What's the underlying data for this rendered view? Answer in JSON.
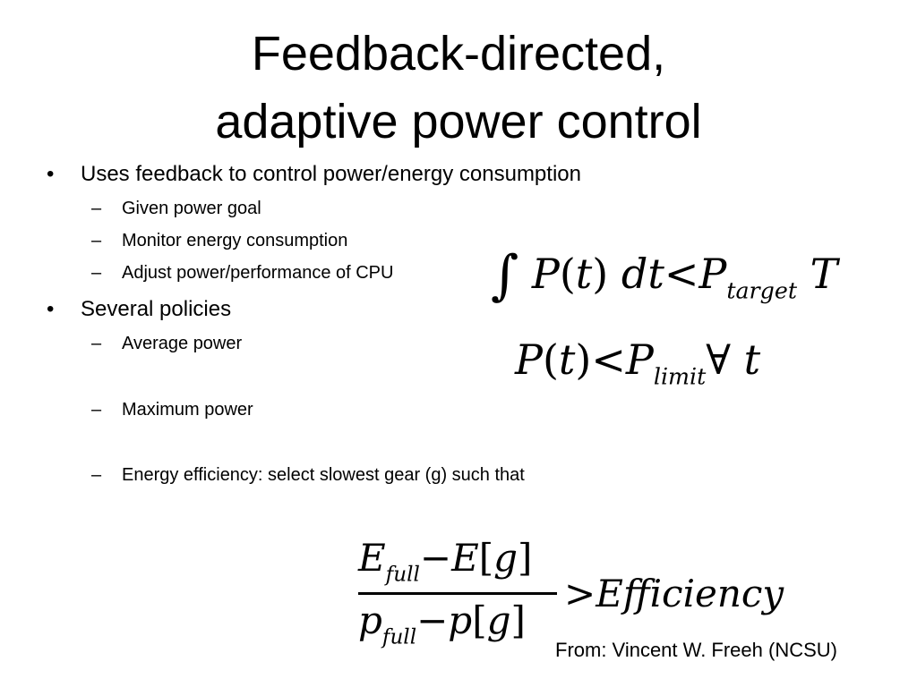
{
  "slide": {
    "title_line1": "Feedback-directed,",
    "title_line2": "adaptive power control",
    "bullets": [
      {
        "text": "Uses feedback to control power/energy consumption",
        "subs": [
          "Given power goal",
          "Monitor energy consumption",
          "Adjust power/performance of CPU"
        ]
      },
      {
        "text": "Several policies",
        "subs": [
          "Average power",
          "Maximum power",
          "Energy efficiency: select slowest gear (g) such that"
        ]
      }
    ],
    "equations": {
      "avg_power": "∫ P(t) dt < P_target T",
      "max_power": "P(t) < P_limit ∀ t",
      "efficiency": "(E_full − E[g]) / (p_full − p[g]) > Efficiency"
    },
    "credit": "From: Vincent W. Freeh (NCSU)",
    "bullet_glyph": "•",
    "dash_glyph": "–"
  }
}
